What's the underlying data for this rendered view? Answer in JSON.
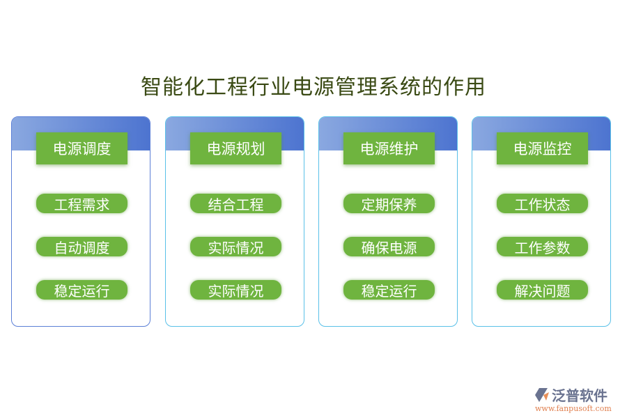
{
  "title": "智能化工程行业电源管理系统的作用",
  "cards": [
    {
      "heading": "电源调度",
      "items": [
        "工程需求",
        "自动调度",
        "稳定运行"
      ]
    },
    {
      "heading": "电源规划",
      "items": [
        "结合工程",
        "实际情况",
        "实际情况"
      ]
    },
    {
      "heading": "电源维护",
      "items": [
        "定期保养",
        "确保电源",
        "稳定运行"
      ]
    },
    {
      "heading": "电源监控",
      "items": [
        "工作状态",
        "工作参数",
        "解决问题"
      ]
    }
  ],
  "logo": {
    "name": "泛普软件",
    "url": "www.fanpusoft.com"
  },
  "colors": {
    "green": "#6fb43f",
    "blue": "#4d74d0"
  }
}
